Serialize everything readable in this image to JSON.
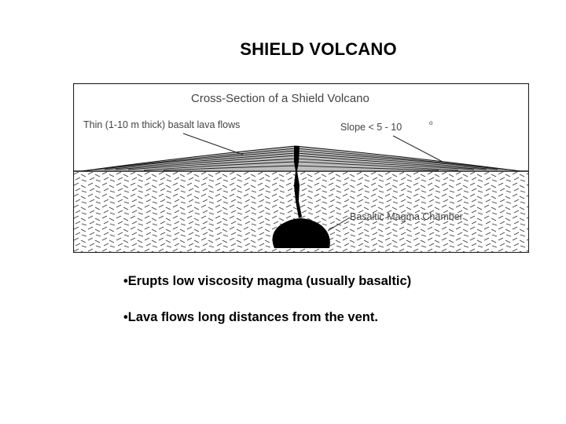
{
  "slide": {
    "title": "SHIELD VOLCANO"
  },
  "diagram": {
    "caption": "Cross-Section of a Shield Volcano",
    "label_flows": "Thin (1-10 m thick) basalt lava flows",
    "label_slope": "Slope < 5 - 10",
    "label_slope_sup": "o",
    "label_chamber": "Basaltic Magma Chamber"
  },
  "bullets": [
    "•Erupts low viscosity magma (usually basaltic)",
    "•Lava flows long distances from the vent."
  ]
}
